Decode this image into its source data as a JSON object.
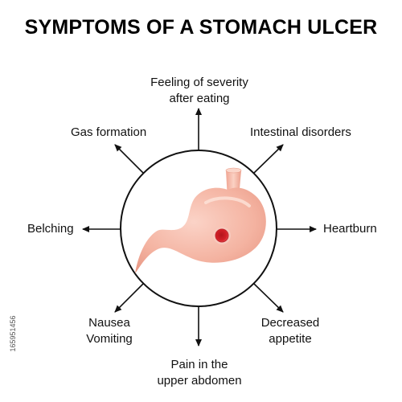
{
  "title": "SYMPTOMS OF A STOMACH ULCER",
  "symptoms": {
    "top": {
      "line1": "Feeling of severity",
      "line2": "after eating"
    },
    "top_left": "Gas formation",
    "top_right": "Intestinal disorders",
    "left": "Belching",
    "right": "Heartburn",
    "bottom_left": {
      "line1": "Nausea",
      "line2": "Vomiting"
    },
    "bottom_right": {
      "line1": "Decreased",
      "line2": "appetite"
    },
    "bottom": {
      "line1": "Pain in the",
      "line2": "upper abdomen"
    }
  },
  "watermark": "165951456",
  "colors": {
    "stomach": "#f5b8a8",
    "ulcer": "#d42027",
    "line": "#111111"
  }
}
